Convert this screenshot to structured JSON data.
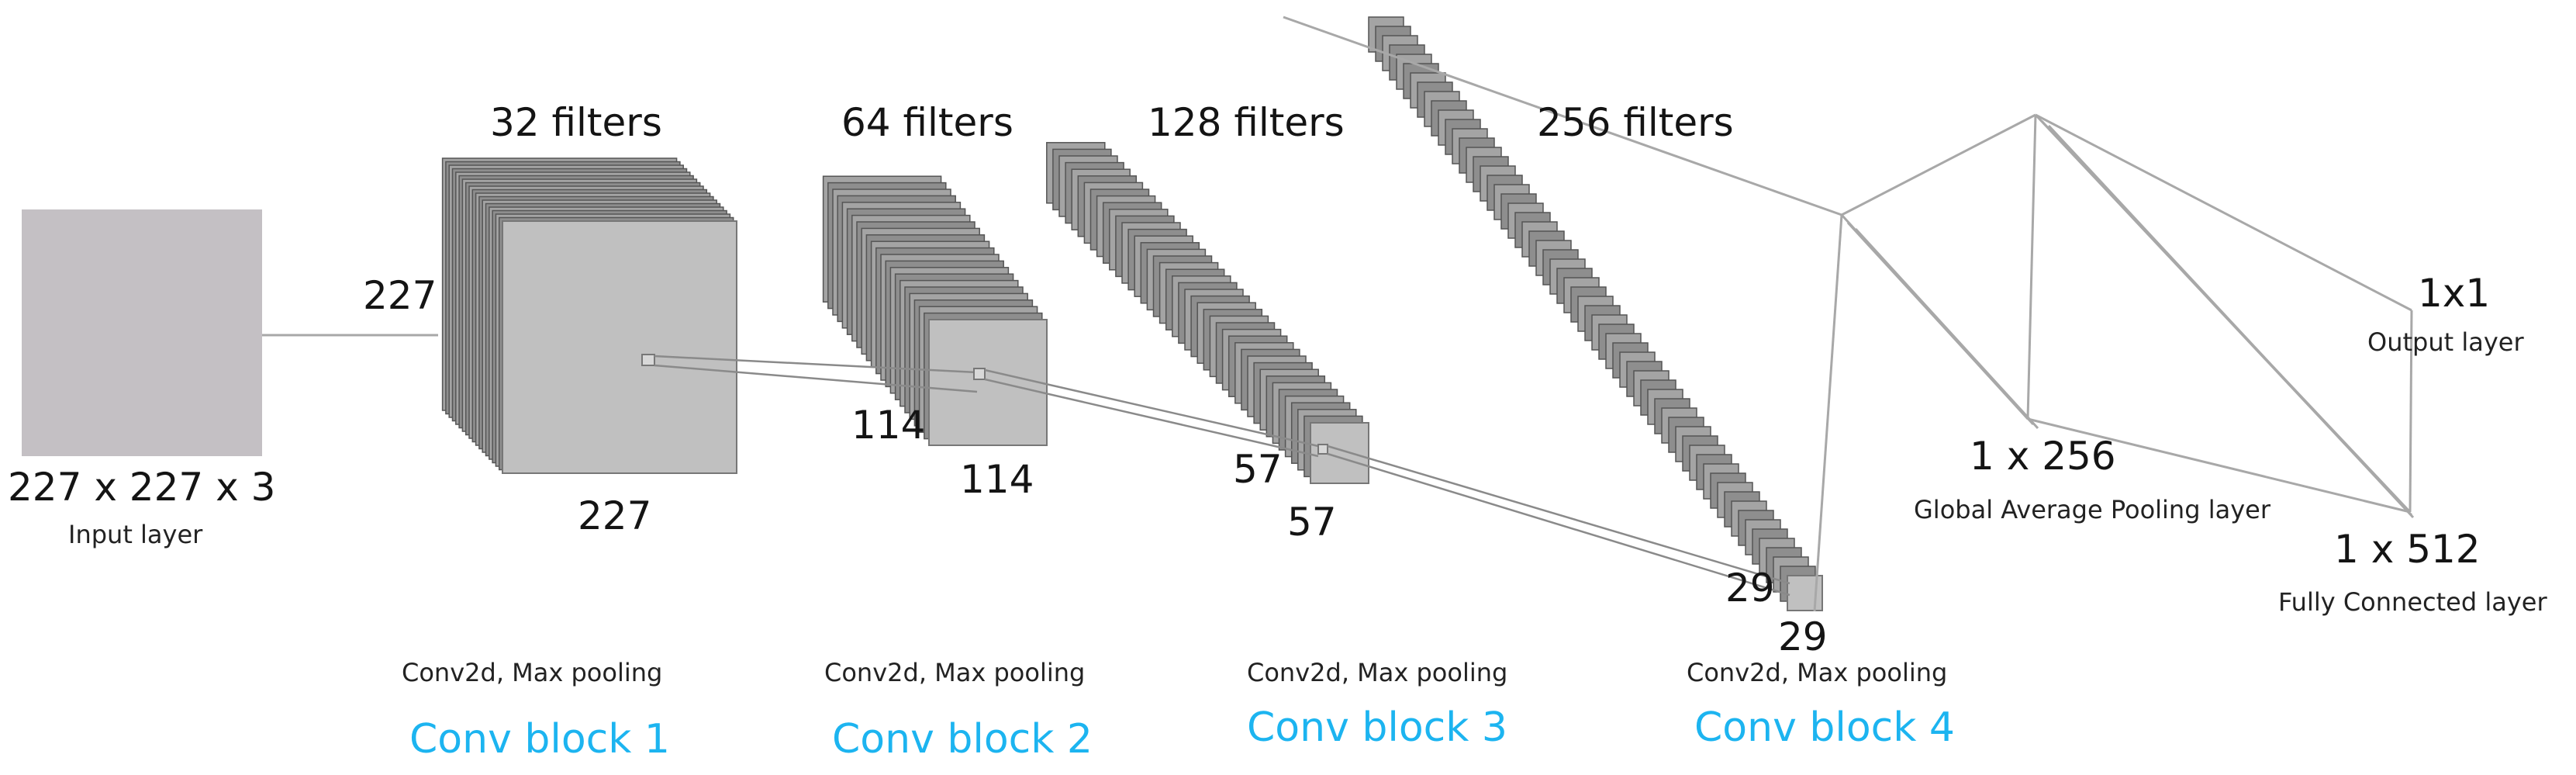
{
  "input_layer": {
    "dims": "227 x 227 x 3",
    "caption": "Input layer",
    "color": "#c4c0c4"
  },
  "blocks": [
    {
      "filters": "32 filters",
      "height": "227",
      "width": "227",
      "op": "Conv2d, Max pooling",
      "name": "Conv block 1"
    },
    {
      "filters": "64 filters",
      "height": "114",
      "width": "114",
      "op": "Conv2d, Max pooling",
      "name": "Conv block 2"
    },
    {
      "filters": "128 filters",
      "height": "57",
      "width": "57",
      "op": "Conv2d, Max pooling",
      "name": "Conv block 3"
    },
    {
      "filters": "256 filters",
      "height": "29",
      "width": "29",
      "op": "Conv2d, Max pooling",
      "name": "Conv block 4"
    }
  ],
  "gap_layer": {
    "dims": "1 x 256",
    "caption": "Global Average Pooling layer"
  },
  "fc_layer": {
    "dims": "1 x 512",
    "caption": "Fully Connected layer"
  },
  "output_layer": {
    "dims": "1x1",
    "caption": "Output layer"
  },
  "colors": {
    "block_label": "#1cb4f0",
    "filter_edge": "#555555",
    "feature_face": "#c0c0c0"
  }
}
